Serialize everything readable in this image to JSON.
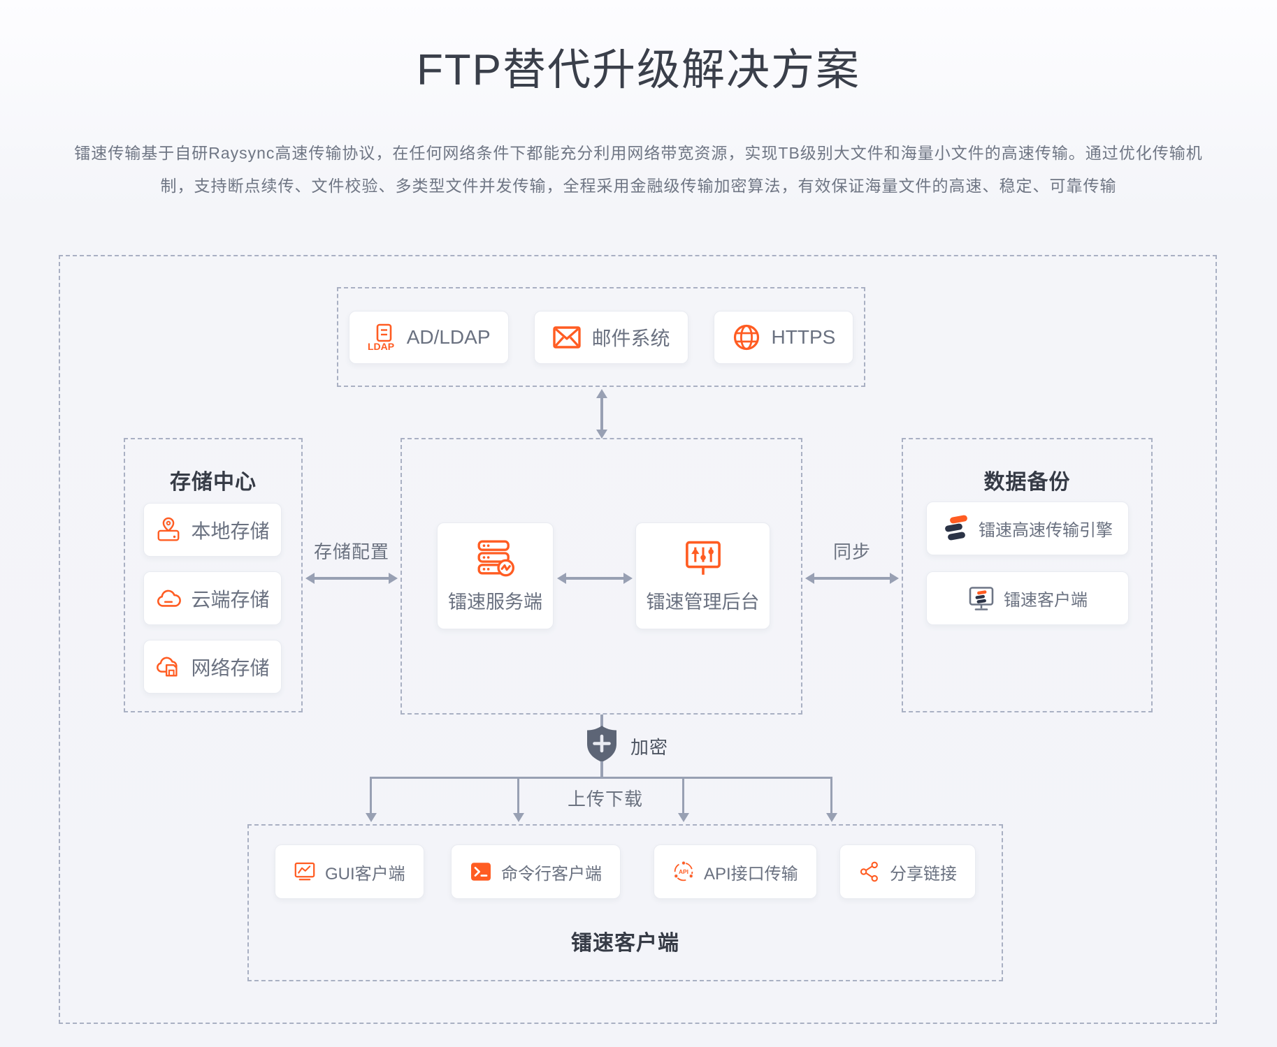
{
  "page": {
    "title": "FTP替代升级解决方案",
    "description_lines": [
      "镭速传输基于自研Raysync高速传输协议，在任何网络条件下都能充分利用网络带宽资源，实现TB级别大文件和海量小文件的高速传输。通过优化传输机",
      "制，支持断点续传、文件校验、多类型文件并发传输，全程采用金融级传输加密算法，有效保证海量文件的高速、稳定、可靠传输"
    ]
  },
  "colors": {
    "accent_orange": "#FF5C22",
    "logo_navy": "#2B3346",
    "connector_gray": "#98A0B3",
    "dashed_border": "#A9B0C3",
    "label_gray": "#6A7180",
    "title_dark": "#3A3F4A"
  },
  "diagram": {
    "external_services": {
      "items": [
        {
          "label": "AD/LDAP",
          "icon": "ldap-icon"
        },
        {
          "label": "邮件系统",
          "icon": "mail-icon"
        },
        {
          "label": "HTTPS",
          "icon": "globe-icon"
        }
      ]
    },
    "storage_center": {
      "title": "存储中心",
      "items": [
        {
          "label": "本地存储",
          "icon": "local-storage-icon"
        },
        {
          "label": "云端存储",
          "icon": "cloud-storage-icon"
        },
        {
          "label": "网络存储",
          "icon": "network-storage-icon"
        }
      ]
    },
    "core": {
      "server_label": "镭速服务端",
      "admin_label": "镭速管理后台"
    },
    "data_backup": {
      "title": "数据备份",
      "items": [
        {
          "label": "镭速高速传输引擎",
          "icon": "raysync-engine-icon"
        },
        {
          "label": "镭速客户端",
          "icon": "raysync-client-icon"
        }
      ]
    },
    "clients": {
      "title": "镭速客户端",
      "items": [
        {
          "label": "GUI客户端",
          "icon": "gui-client-icon"
        },
        {
          "label": "命令行客户端",
          "icon": "cli-client-icon"
        },
        {
          "label": "API接口传输",
          "icon": "api-icon"
        },
        {
          "label": "分享链接",
          "icon": "share-icon"
        }
      ]
    },
    "connector_labels": {
      "storage_config": "存储配置",
      "sync": "同步",
      "encrypt": "加密",
      "upload_download": "上传下载"
    }
  }
}
